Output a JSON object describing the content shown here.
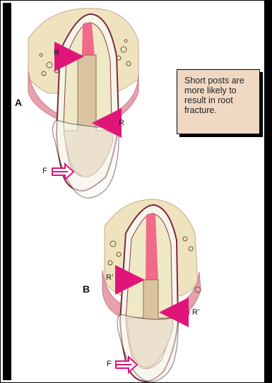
{
  "panels": {
    "a": {
      "label": "A",
      "arrow_r_top": "R",
      "arrow_r_side": "R",
      "force": "F"
    },
    "b": {
      "label": "B",
      "arrow_r_left": "R’",
      "arrow_r_right": "R’",
      "force": "F"
    }
  },
  "note": {
    "text": "Short posts are more likely to result in root fracture."
  },
  "colors": {
    "bone": "#efe3bf",
    "gingiva": "#e7a1ad",
    "root_dentin": "#f7f5ea",
    "post": "#dcc3a0",
    "pulp": "#f06a8a",
    "arrow": "#e0157a",
    "note_bg": "#f0d9c4"
  }
}
